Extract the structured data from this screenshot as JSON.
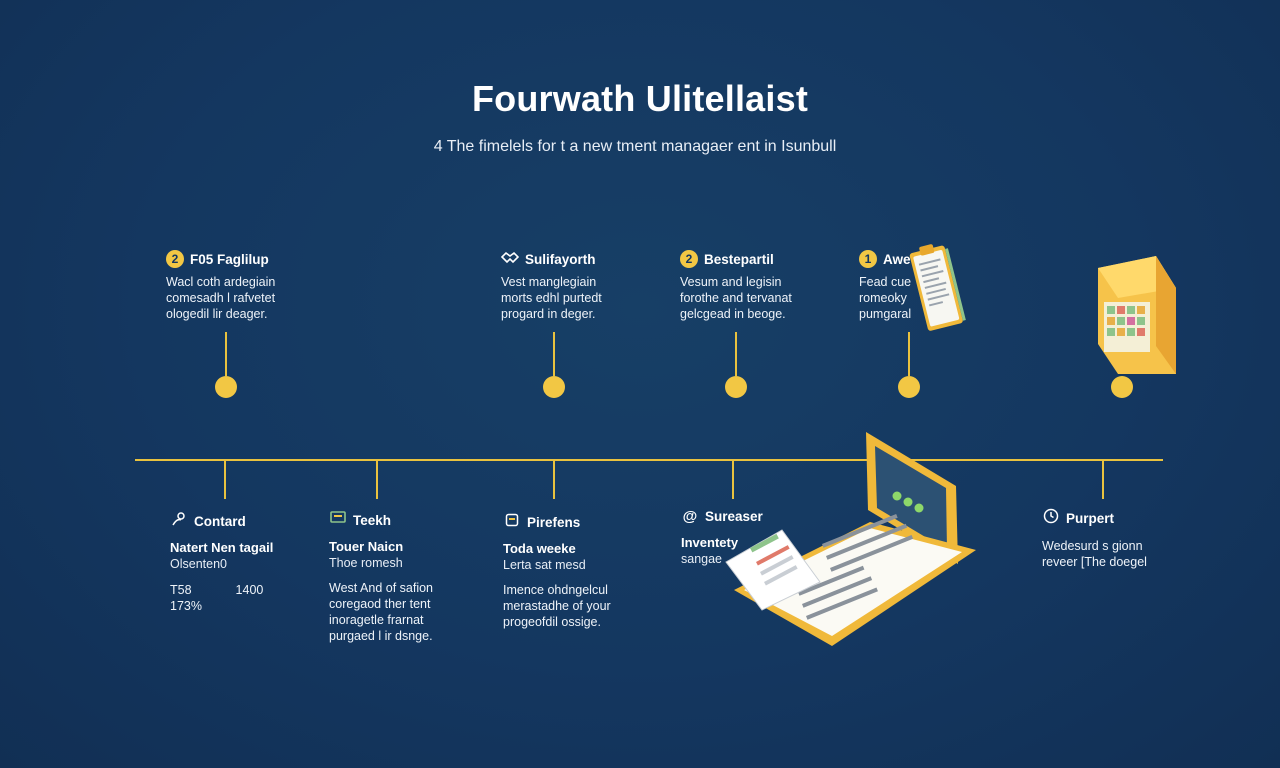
{
  "title": "Fourwath Ulitellaist",
  "subtitle": "4 The fimelels for t a new tment managaer ent in Isunbull",
  "colors": {
    "background": "#143760",
    "accent": "#f2c744",
    "text": "#ffffff"
  },
  "top_milestones": [
    {
      "badge": "2",
      "icon": "",
      "heading": "F05 Faglilup",
      "lines": [
        "Wacl coth ardegiain",
        "comesadh l rafvetet",
        "ologedil lir deager."
      ]
    },
    {
      "badge": "",
      "icon": "handshake-icon",
      "heading": "Sulifayorth",
      "lines": [
        "Vest manglegiain",
        "morts edhl purtedt",
        "progard in deger."
      ]
    },
    {
      "badge": "2",
      "icon": "",
      "heading": "Bestepartil",
      "lines": [
        "Vesum and legisin",
        "forothe and tervanat",
        "gelcgead in beoge."
      ]
    },
    {
      "badge": "1",
      "icon": "",
      "heading": "Awe",
      "lines": [
        "Fead cue",
        "romeoky",
        "pumgaral"
      ]
    }
  ],
  "bottom_milestones": [
    {
      "icon": "person-icon",
      "heading": "Contard",
      "subheading": "Natert Nen tagail",
      "subtext": "Olsenten0",
      "stats": [
        "T58",
        "1400"
      ],
      "extra": "173%"
    },
    {
      "icon": "board-icon",
      "heading": "Teekh",
      "subheading": "Touer Naicn",
      "subtext": "Thoe romesh",
      "lines": [
        "West And of safion",
        "coregaod ther tent",
        "inoragetle frarnat",
        "purgaed l ir dsnge."
      ]
    },
    {
      "icon": "box-icon",
      "heading": "Pirefens",
      "subheading": "Toda weeke",
      "subtext": "Lerta sat mesd",
      "lines": [
        "Imence ohdngelcul",
        "merastadhe of your",
        "progeofdil ossige."
      ]
    },
    {
      "icon": "at-icon",
      "heading": "Sureaser",
      "subheading": "Inventety",
      "subtext": "sangae"
    },
    {
      "icon": "clock-icon",
      "heading": "Purpert",
      "lines": [
        "Wedesurd s gionn",
        "reveer [The doegel"
      ]
    }
  ]
}
